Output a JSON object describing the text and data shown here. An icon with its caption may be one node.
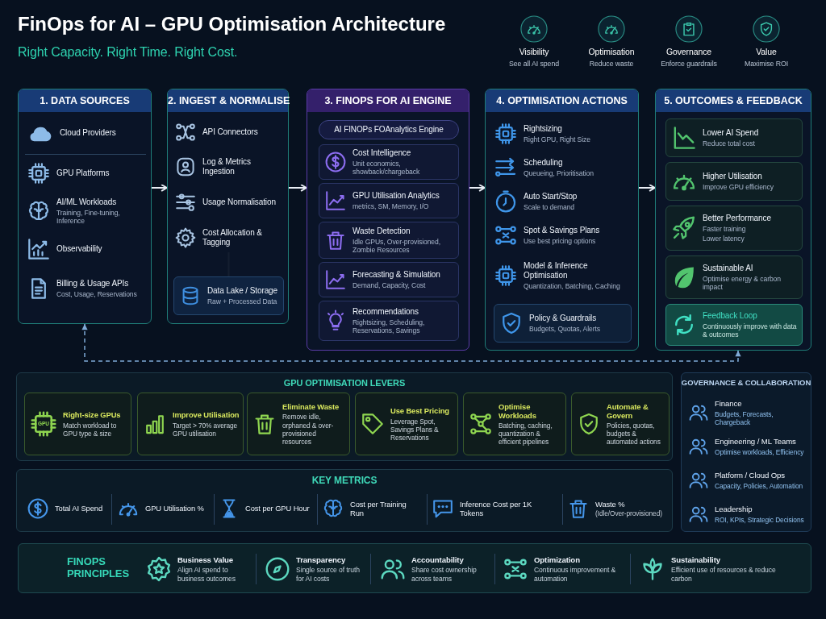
{
  "diagram": {
    "title": "FinOps for AI – GPU Optimisation Architecture",
    "nodes": [
      {
        "text": [
          "1. DATA SOURCES"
        ]
      },
      {
        "text": [
          "Cloud Providers"
        ],
        "in": 0
      },
      {
        "text": [
          "GPU Platforms"
        ],
        "in": 0
      },
      {
        "text": [
          "AI/ML Workloads",
          "Training, Fine-tuning, Inference"
        ],
        "in": 0
      },
      {
        "text": [
          "Observability"
        ],
        "in": 0
      },
      {
        "text": [
          "Billing & Usage APIs",
          "Cost, Usage, Reservations"
        ],
        "in": 0
      },
      {
        "text": [
          "2. INGEST & NORMALISE"
        ]
      },
      {
        "text": [
          "API Connectors"
        ],
        "in": 6
      },
      {
        "text": [
          "Log & Metrics Ingestion"
        ],
        "in": 6
      },
      {
        "text": [
          "Usage Normalisation"
        ],
        "in": 6
      },
      {
        "text": [
          "Cost Allocation & Tagging"
        ],
        "in": 6
      },
      {
        "text": [
          "Data Lake / Storage",
          "Raw + Processed Data"
        ],
        "in": 6
      },
      {
        "text": [
          "3. FINOPS FOR AI ENGINE"
        ]
      },
      {
        "text": [
          "AI FINOPs FOAnalytics Engine"
        ],
        "in": 12
      },
      {
        "text": [
          "Cost Intelligence",
          "Unit economics, showback/chargeback"
        ],
        "in": 12
      },
      {
        "text": [
          "GPU Utilisation Analytics",
          "metrics, SM, Memory, I/O"
        ],
        "in": 12
      },
      {
        "text": [
          "Waste Detection",
          "Idle GPUs, Over-provisioned, Zombie Resources"
        ],
        "in": 12
      },
      {
        "text": [
          "Forecasting & Simulation",
          "Demand, Capacity, Cost"
        ],
        "in": 12
      },
      {
        "text": [
          "Recommendations",
          "Rightsizing, Scheduling, Reservations, Savings"
        ],
        "in": 12
      },
      {
        "text": [
          "4. OPTIMISATION ACTIONS"
        ]
      },
      {
        "text": [
          "Rightsizing",
          "Right GPU, Right Size"
        ],
        "in": 19
      },
      {
        "text": [
          "Scheduling",
          "Queueing, Prioritisation"
        ],
        "in": 19
      },
      {
        "text": [
          "Auto Start/Stop",
          "Scale to demand"
        ],
        "in": 19
      },
      {
        "text": [
          "Spot & Savings Plans",
          "Use best pricing options"
        ],
        "in": 19
      },
      {
        "text": [
          "Model & Inference Optimisation",
          "Quantization, Batching, Caching"
        ],
        "in": 19
      },
      {
        "text": [
          "Policy & Guardrails",
          "Budgets, Quotas, Alerts"
        ],
        "in": 19
      },
      {
        "text": [
          "5. OUTCOMES & FEEDBACK"
        ]
      },
      {
        "text": [
          "Lower AI Spend",
          "Reduce total cost"
        ],
        "in": 26
      },
      {
        "text": [
          "Higher Utilisation",
          "Improve GPU efficiency"
        ],
        "in": 26
      },
      {
        "text": [
          "Better Performance",
          "Faster training",
          "Lower latency"
        ],
        "in": 26
      },
      {
        "text": [
          "Sustainable AI",
          "Optimise energy & carbon impact"
        ],
        "in": 26
      },
      {
        "text": [
          "Feedback Loop",
          "Continuously improve with data & outcomes"
        ],
        "in": 26
      },
      {
        "text": [
          "GPU OPTIMISATION LEVERS"
        ]
      },
      {
        "text": [
          "Right-size GPUs",
          "Match workload to GPU type & size"
        ],
        "in": 32
      },
      {
        "text": [
          "Improve Utilisation",
          "Target > 70% average GPU utilisation"
        ],
        "in": 32
      },
      {
        "text": [
          "Eliminate Waste",
          "Remove idle, orphaned & over-provisioned resources"
        ],
        "in": 32
      },
      {
        "text": [
          "Use Best Pricing",
          "Leverage Spot, Savings Plans & Reservations"
        ],
        "in": 32
      },
      {
        "text": [
          "Optimise Workloads",
          "Batching, caching, quantization & efficient pipelines"
        ],
        "in": 32
      },
      {
        "text": [
          "Automate & Govern",
          "Policies, quotas, budgets & automated actions"
        ],
        "in": 32
      },
      {
        "text": [
          "KEY METRICS"
        ]
      },
      {
        "text": [
          "Total AI Spend"
        ],
        "in": 39
      },
      {
        "text": [
          "GPU Utilisation %"
        ],
        "in": 39
      },
      {
        "text": [
          "Cost per GPU Hour"
        ],
        "in": 39
      },
      {
        "text": [
          "Cost per Training Run"
        ],
        "in": 39
      },
      {
        "text": [
          "Inference Cost per 1K Tokens"
        ],
        "in": 39
      },
      {
        "text": [
          "Waste %",
          "(Idle/Over-provisioned)"
        ],
        "in": 39
      },
      {
        "text": [
          "GOVERNANCE & COLLABORATION"
        ]
      },
      {
        "text": [
          "Finance",
          "Budgets, Forecasts, Chargeback"
        ],
        "in": 46
      },
      {
        "text": [
          "Engineering / ML Teams",
          "Optimise workloads, Efficiency"
        ],
        "in": 46
      },
      {
        "text": [
          "Platform / Cloud Ops",
          "Capacity, Policies, Automation"
        ],
        "in": 46
      },
      {
        "text": [
          "Leadership",
          "ROI, KPIs, Strategic Decisions"
        ],
        "in": 46
      },
      {
        "text": [
          "FINOPS PRINCIPLES"
        ]
      },
      {
        "text": [
          "Business Value",
          "Align AI spend to business outcomes"
        ],
        "in": 51
      },
      {
        "text": [
          "Transparency",
          "Single source of truth for AI costs"
        ],
        "in": 51
      },
      {
        "text": [
          "Accountability",
          "Share cost ownership across teams"
        ],
        "in": 51
      },
      {
        "text": [
          "Optimization",
          "Continuous improvement & automation"
        ],
        "in": 51
      },
      {
        "text": [
          "Sustainability",
          "Efficient use of resources & reduce carbon"
        ],
        "in": 51
      }
    ],
    "edges": [
      {
        "from": 0,
        "to": 6,
        "arrow": "to"
      },
      {
        "from": 6,
        "to": 12,
        "arrow": "to"
      },
      {
        "from": 12,
        "to": 19,
        "arrow": "to"
      },
      {
        "from": 19,
        "to": 26,
        "arrow": "to"
      },
      {
        "from": 26,
        "to": 0,
        "arrow": "both",
        "style": "dashed",
        "color": "#7fa9d6"
      },
      {
        "from": 10,
        "to": 11,
        "arrow": "none"
      }
    ],
    "labels": [
      "Right Capacity. Right Time. Right Cost.",
      "Visibility",
      "See all AI spend",
      "Optimisation",
      "Reduce waste",
      "Governance",
      "Enforce guardrails",
      "Value",
      "Maximise ROI",
      "GPU"
    ]
  }
}
